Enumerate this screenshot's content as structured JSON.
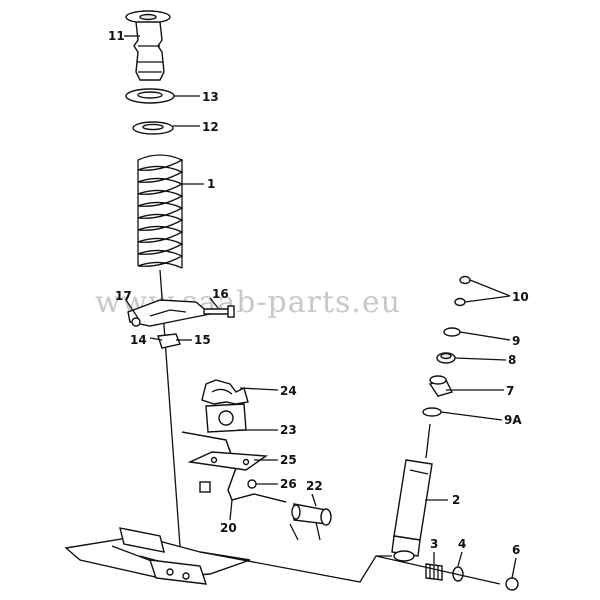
{
  "watermark": "www.saab-parts.eu",
  "callouts": {
    "c1": "1",
    "c2": "2",
    "c3": "3",
    "c4": "4",
    "c6": "6",
    "c7": "7",
    "c8": "8",
    "c9": "9",
    "c9a": "9A",
    "c10": "10",
    "c11": "11",
    "c12": "12",
    "c13": "13",
    "c14": "14",
    "c15": "15",
    "c16": "16",
    "c17": "17",
    "c20": "20",
    "c22": "22",
    "c23": "23",
    "c24": "24",
    "c25": "25",
    "c26": "26"
  }
}
